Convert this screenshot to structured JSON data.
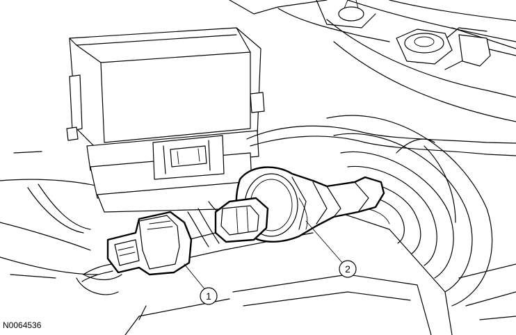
{
  "figure": {
    "reference_code": "N0064536",
    "callouts": [
      {
        "number": "1"
      },
      {
        "number": "2"
      }
    ]
  }
}
